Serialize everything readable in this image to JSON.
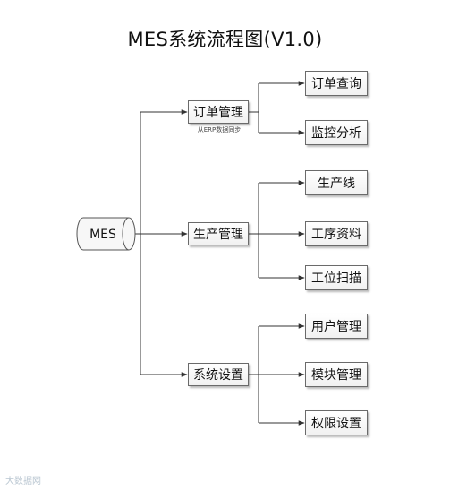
{
  "title": "MES系统流程图(V1.0)",
  "root": {
    "label": "MES"
  },
  "groups": [
    {
      "label": "订单管理",
      "note": "从ERP数据同步",
      "children": [
        "订单查询",
        "监控分析"
      ]
    },
    {
      "label": "生产管理",
      "children": [
        "生产线",
        "工序资料",
        "工位扫描"
      ]
    },
    {
      "label": "系统设置",
      "children": [
        "用户管理",
        "模块管理",
        "权限设置"
      ]
    }
  ],
  "watermark": "大数据网"
}
